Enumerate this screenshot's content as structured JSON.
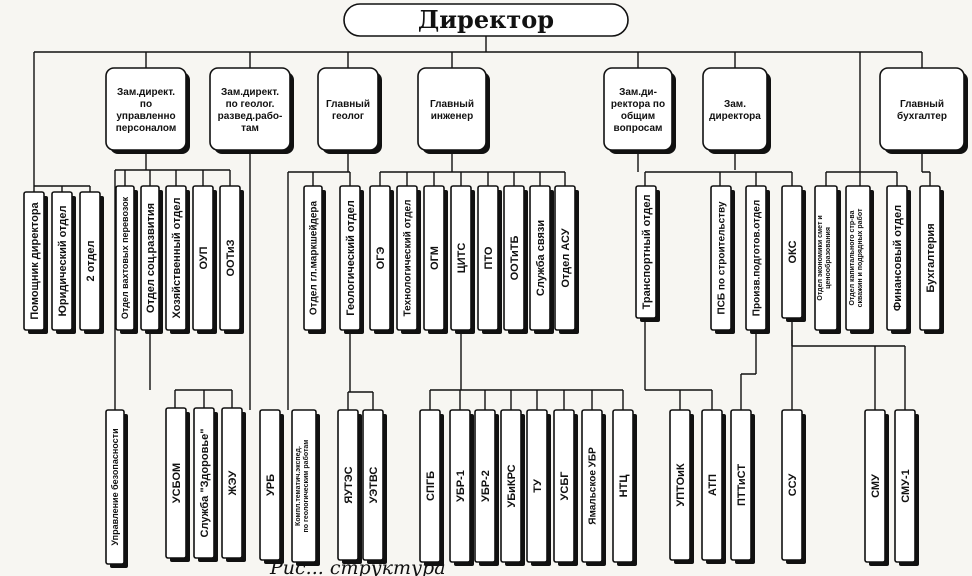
{
  "title": "Директор",
  "deputies": [
    {
      "id": "dep-personnel",
      "lines": [
        "Зам.директ.",
        "по",
        "управленно",
        "персоналом"
      ]
    },
    {
      "id": "dep-geo-exploration",
      "lines": [
        "Зам.директ.",
        "по геолог.",
        "развед.рабо-",
        "там"
      ]
    },
    {
      "id": "chief-geologist",
      "lines": [
        "Главный",
        "геолог"
      ]
    },
    {
      "id": "chief-engineer",
      "lines": [
        "Главный",
        "инженер"
      ]
    },
    {
      "id": "dep-general",
      "lines": [
        "Зам.ди-",
        "ректора по",
        "общим",
        "вопросам"
      ]
    },
    {
      "id": "deputy-director",
      "lines": [
        "Зам.",
        "директора"
      ]
    },
    {
      "id": "chief-accountant",
      "lines": [
        "Главный",
        "бухгалтер"
      ]
    }
  ],
  "departments": [
    {
      "id": "assistant",
      "label": "Помощник директора"
    },
    {
      "id": "legal",
      "label": "Юридический отдел"
    },
    {
      "id": "second-dept",
      "label": "2 отдел"
    },
    {
      "id": "shift",
      "label": "Отдел вахтовых перевозок"
    },
    {
      "id": "social",
      "label": "Отдел соц.развития"
    },
    {
      "id": "household",
      "label": "Хозяйственный отдел"
    },
    {
      "id": "oup",
      "label": "ОУП"
    },
    {
      "id": "ootiz",
      "label": "ООТиЗ"
    },
    {
      "id": "survey",
      "label": "Отдел гл.маркшейдера"
    },
    {
      "id": "geological",
      "label": "Геологический отдел"
    },
    {
      "id": "oge",
      "label": "ОГЭ"
    },
    {
      "id": "technological",
      "label": "Технологический отдел"
    },
    {
      "id": "ogm",
      "label": "ОГМ"
    },
    {
      "id": "cits",
      "label": "ЦИТС"
    },
    {
      "id": "pto",
      "label": "ПТО"
    },
    {
      "id": "ootitb",
      "label": "ООТиТБ"
    },
    {
      "id": "communication",
      "label": "Служба связи"
    },
    {
      "id": "asu",
      "label": "Отдел АСУ"
    },
    {
      "id": "transport",
      "label": "Транспортный отдел"
    },
    {
      "id": "psb",
      "label": "ПСБ по строительству"
    },
    {
      "id": "production",
      "label": "Произв.подготов.отдел"
    },
    {
      "id": "oks",
      "label": "ОКС"
    },
    {
      "id": "economics",
      "label": "Отдел экономики смет и ценообразования"
    },
    {
      "id": "capital",
      "label": "Отдел капитального стр-ва скважин и подрядных работ"
    },
    {
      "id": "financial",
      "label": "Финансовый отдел"
    },
    {
      "id": "accounting",
      "label": "Бухгалтерия"
    }
  ],
  "units": [
    {
      "id": "security",
      "label": "Управление безопасности"
    },
    {
      "id": "usbom",
      "label": "УСБОМ"
    },
    {
      "id": "health",
      "label": "Служба \"Здоровье\""
    },
    {
      "id": "zheu",
      "label": "ЖЭУ"
    },
    {
      "id": "urb",
      "label": "УРБ"
    },
    {
      "id": "expedition",
      "label": "Компл.тематич.экспед. по геологическим работам"
    },
    {
      "id": "yautes",
      "label": "ЯУТЭС"
    },
    {
      "id": "uetvs",
      "label": "УЭТВС"
    },
    {
      "id": "spgb",
      "label": "СПГБ"
    },
    {
      "id": "ubr1",
      "label": "УБР-1"
    },
    {
      "id": "ubr2",
      "label": "УБР-2"
    },
    {
      "id": "ubikrs",
      "label": "УБиКРС"
    },
    {
      "id": "tu",
      "label": "ТУ"
    },
    {
      "id": "usbg",
      "label": "УСБГ"
    },
    {
      "id": "yamal",
      "label": "Ямальское УБР"
    },
    {
      "id": "ntc",
      "label": "НТЦ"
    },
    {
      "id": "uptoik",
      "label": "УПТОиК"
    },
    {
      "id": "atp",
      "label": "АТП"
    },
    {
      "id": "pttist",
      "label": "ПТТиСТ"
    },
    {
      "id": "ssu",
      "label": "ССУ"
    },
    {
      "id": "smu",
      "label": "СМУ"
    },
    {
      "id": "smu1",
      "label": "СМУ-1"
    }
  ],
  "footnote": "Рис... структура"
}
